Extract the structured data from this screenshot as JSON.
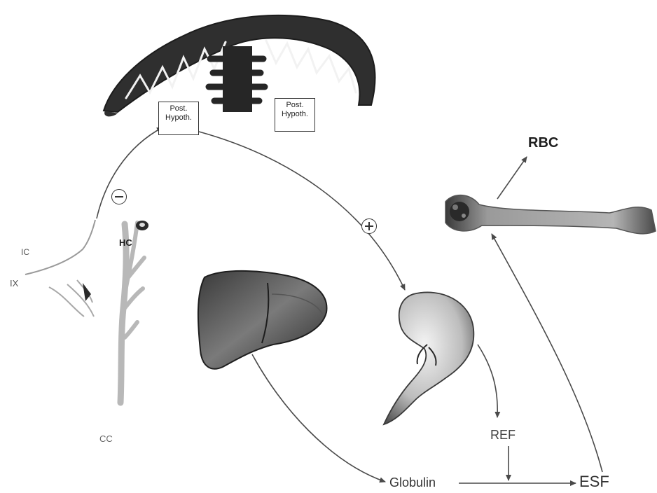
{
  "labels": {
    "post_hypoth_left": [
      "Post.",
      "Hypoth."
    ],
    "post_hypoth_right": [
      "Post.",
      "Hypoth."
    ],
    "rbc": "RBC",
    "hc": "HC",
    "ic": "IC",
    "ix": "IX",
    "cc": "CC",
    "ref": "REF",
    "globulin": "Globulin",
    "esf": "ESF"
  },
  "signs": {
    "inhibitory": "minus",
    "stimulatory": "plus"
  },
  "icons": [
    "brain-cortex-icon",
    "carotid-body-icon",
    "liver-icon",
    "kidney-icon",
    "bone-marrow-icon"
  ],
  "colors": {
    "line": "#4a4a4a",
    "tissue_dark": "#2c2c2c",
    "tissue_mid": "#6e6e6e",
    "tissue_light": "#c9c9c9"
  }
}
